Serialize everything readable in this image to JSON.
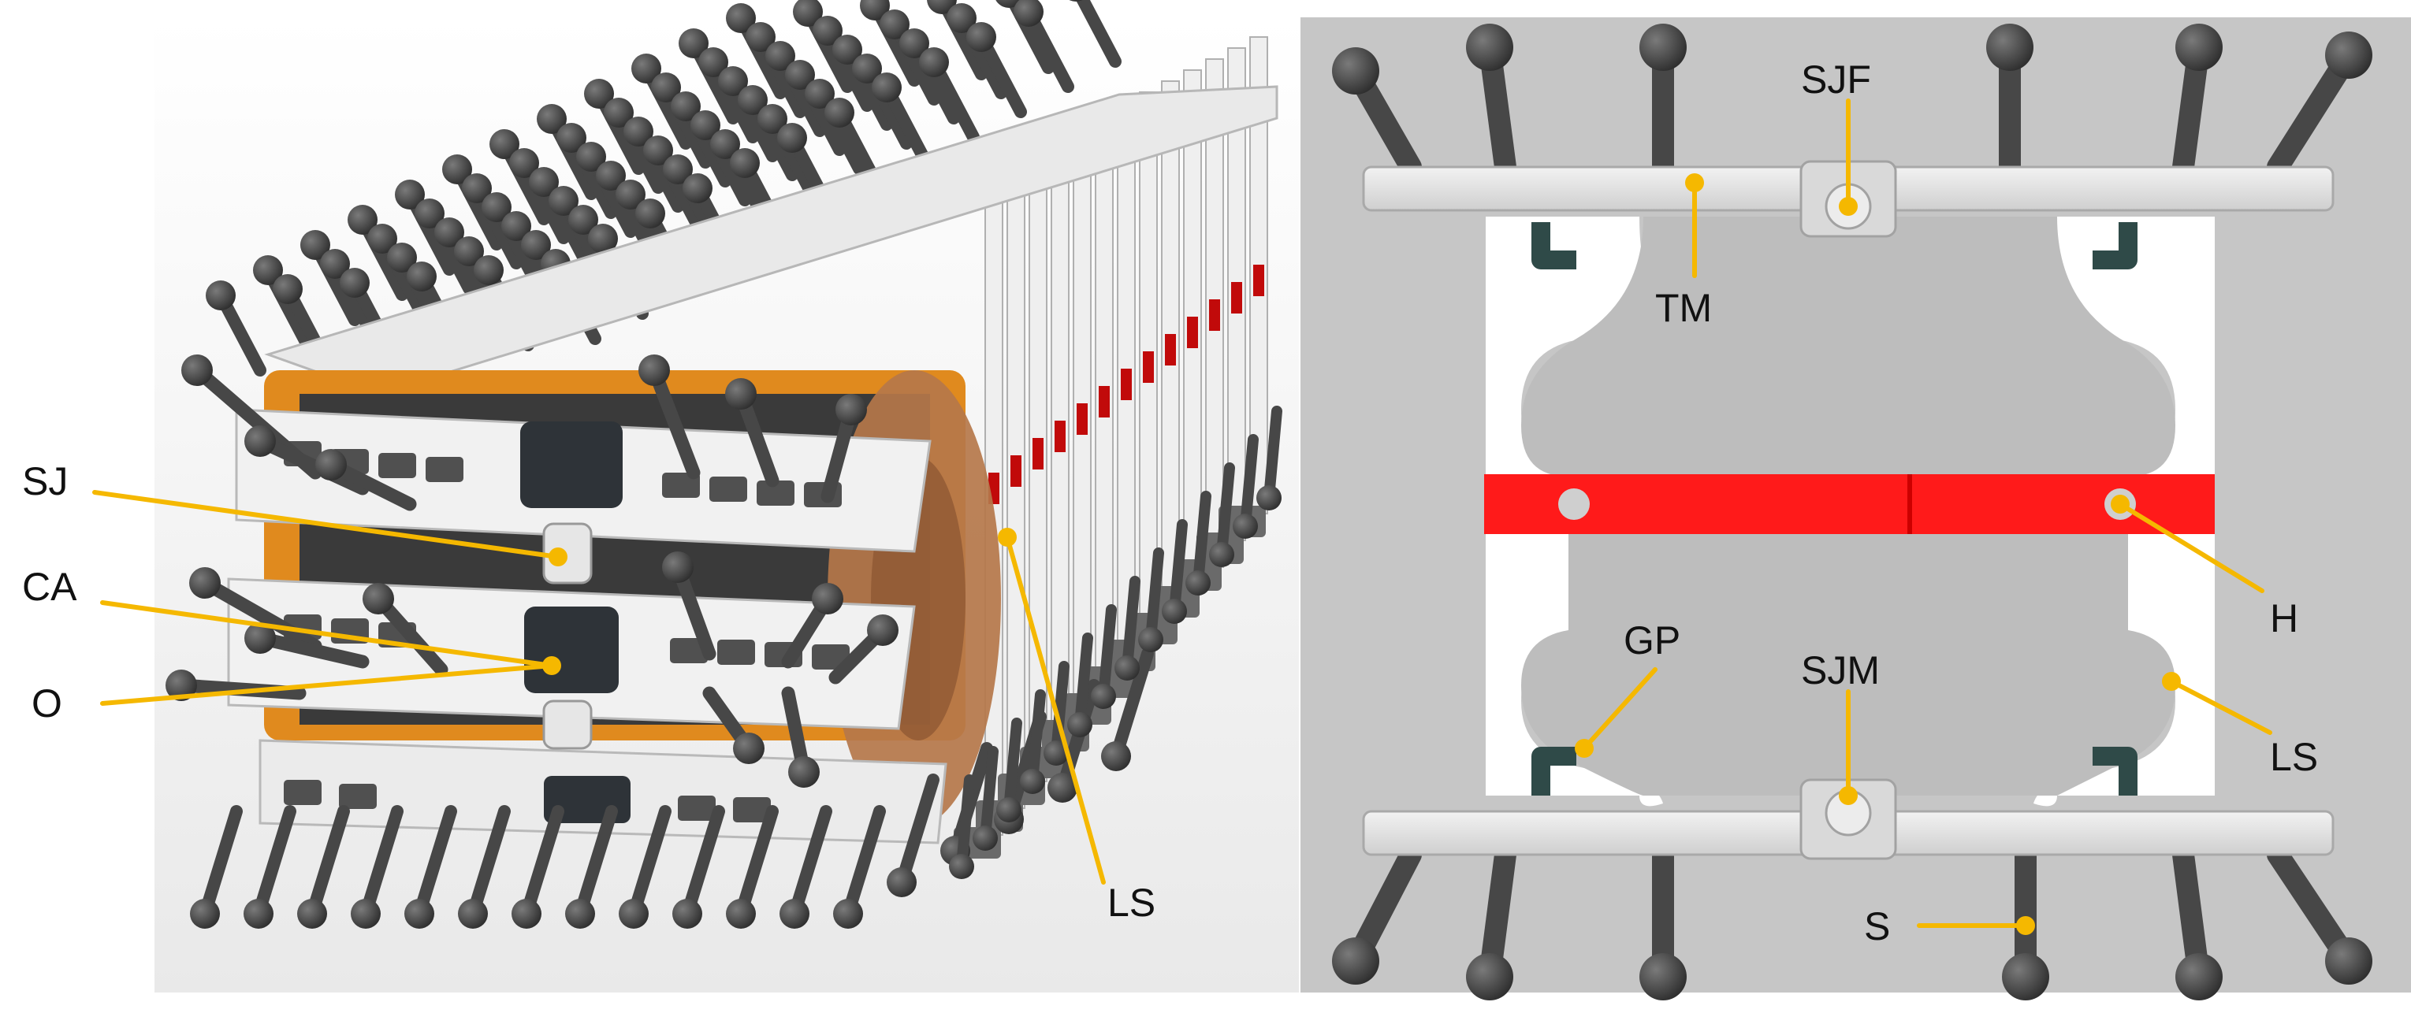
{
  "labels": {
    "sj": "SJ",
    "ca": "CA",
    "o": "O",
    "ls_left": "LS",
    "sjf": "SJF",
    "tm": "TM",
    "h": "H",
    "gp": "GP",
    "sjm": "SJM",
    "ls_right": "LS",
    "s": "S"
  },
  "colors": {
    "leader": "#F5B800",
    "peg": "#4a4a4a",
    "plate": "#e4e4e4",
    "red_band": "#ff1a1a",
    "panel_bg": "#c6c6c6",
    "cutout": "#ffffff",
    "orange": "#e08a1e",
    "copper": "#b5774a"
  },
  "icons": [
    "robot-render",
    "ball-peg",
    "robot-schematic"
  ]
}
